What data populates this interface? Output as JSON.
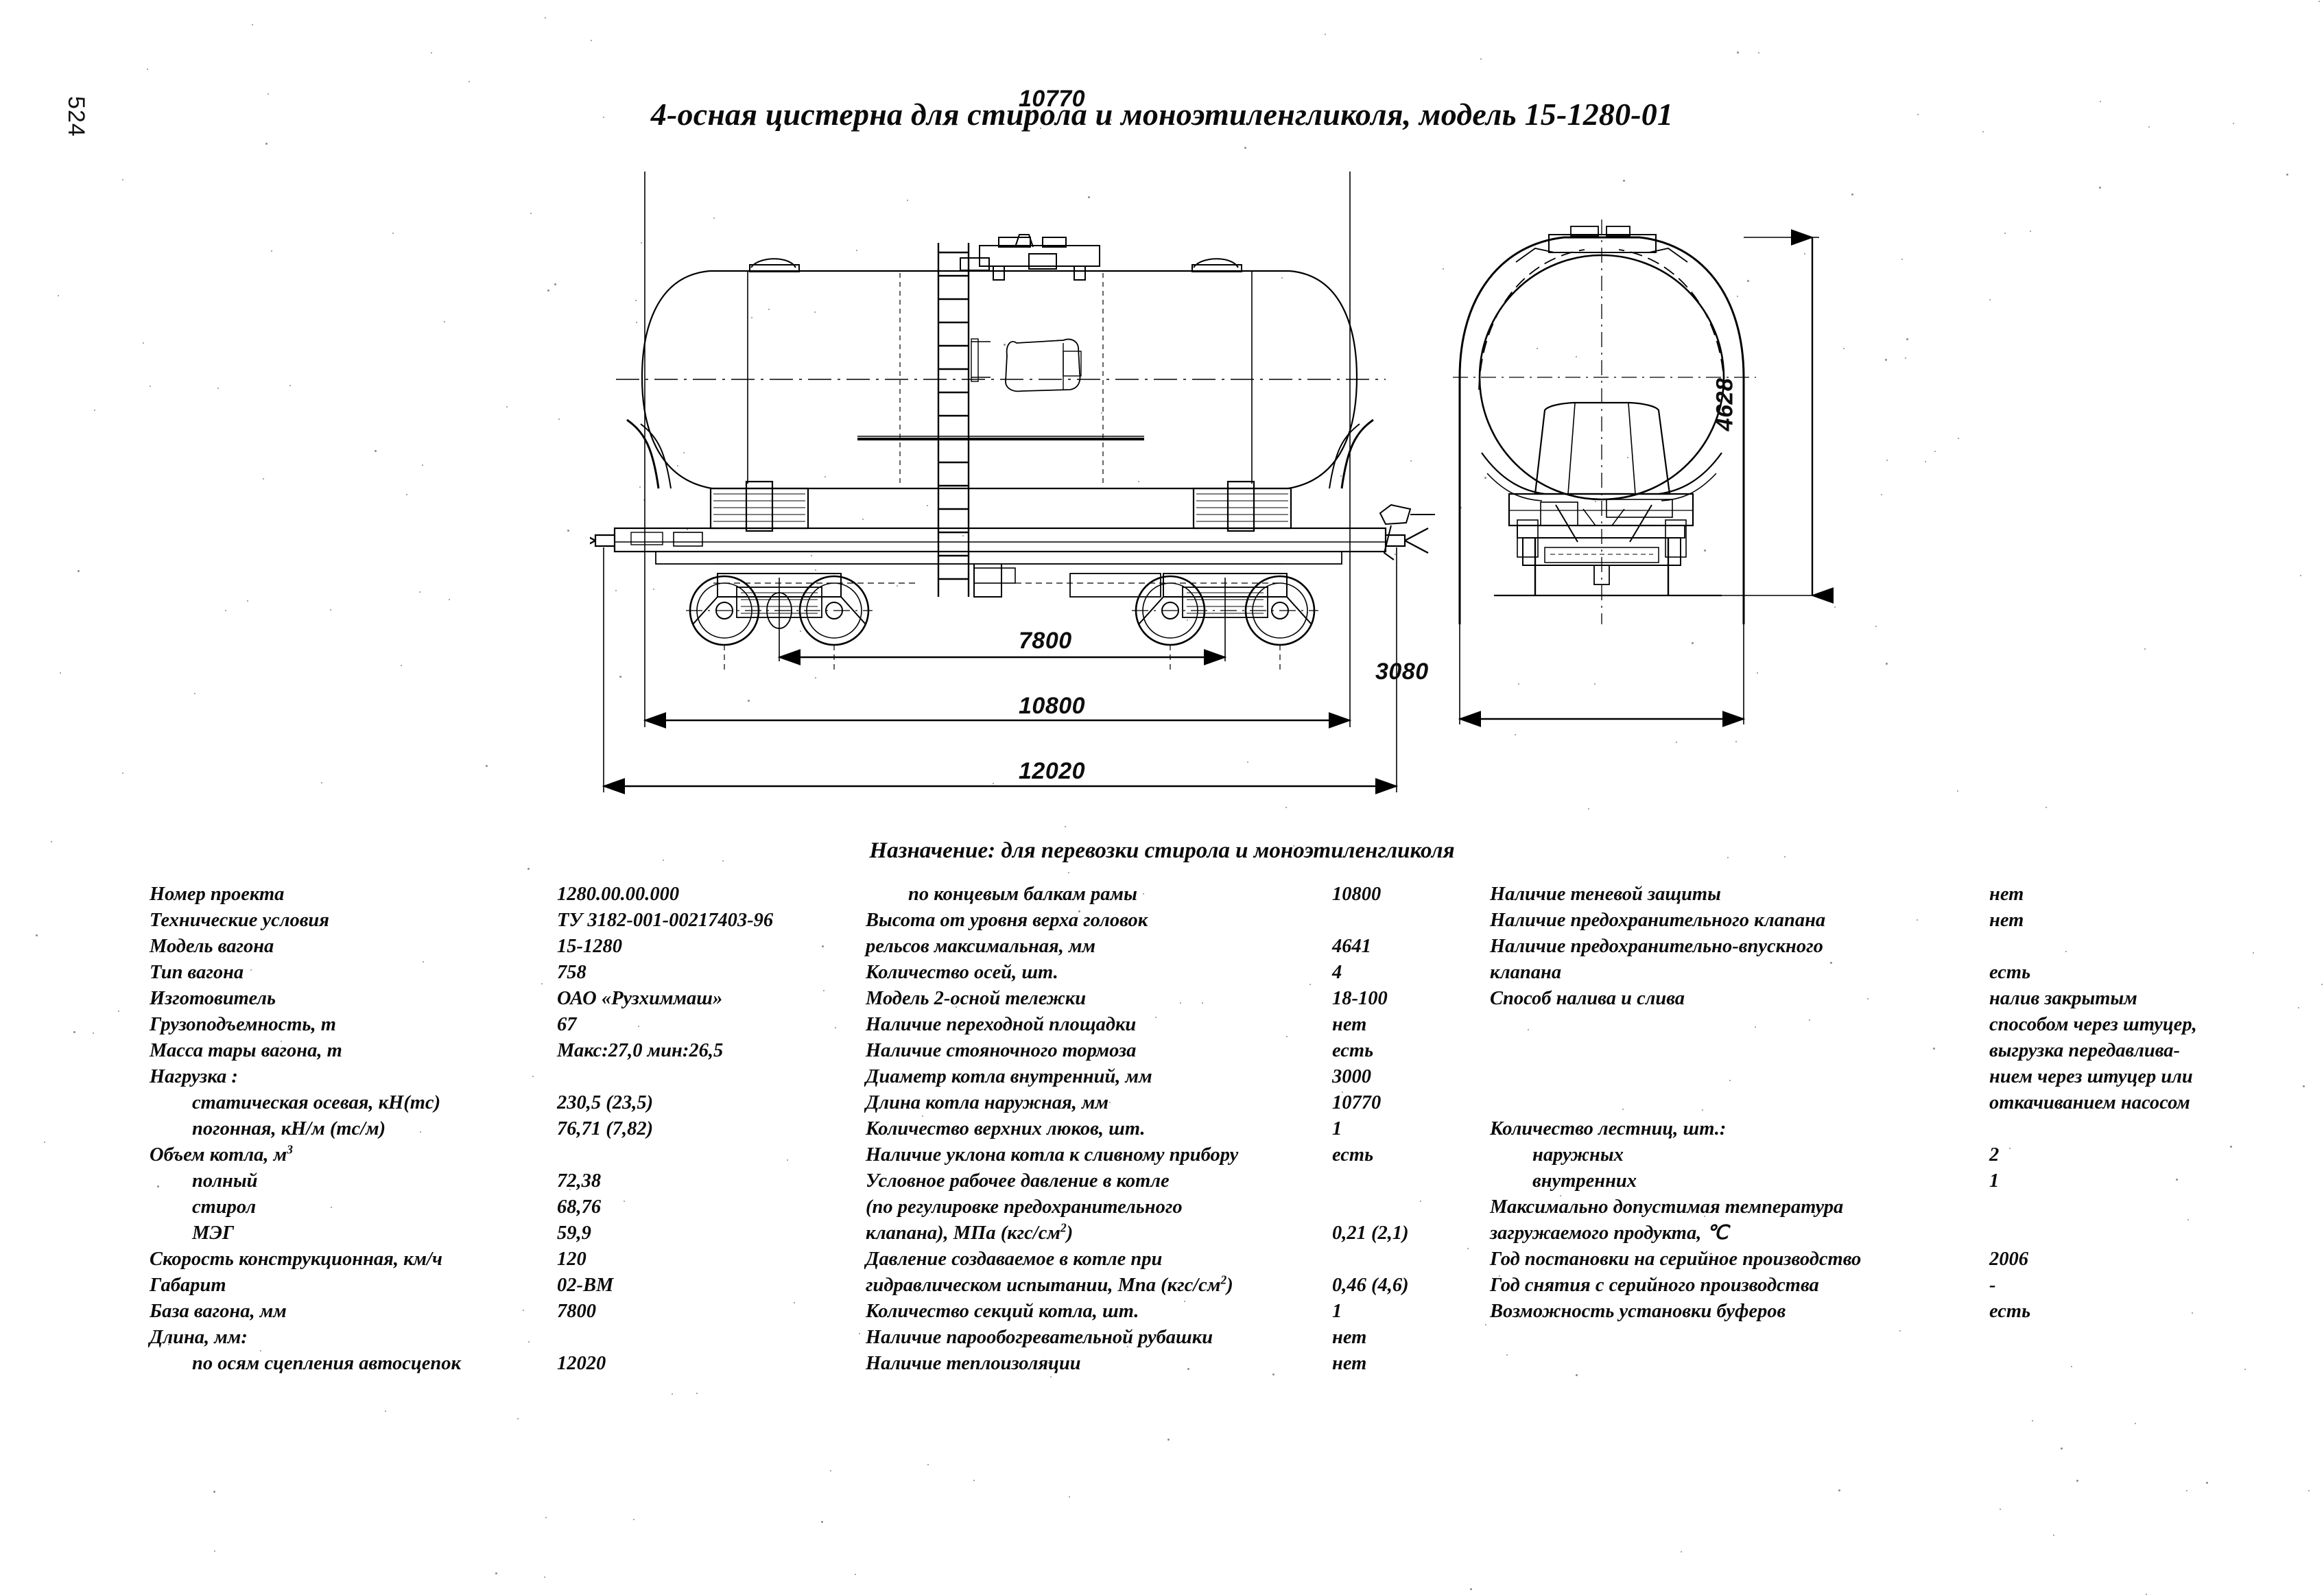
{
  "page": {
    "number": "524",
    "title": "4-осная цистерна для стирола и моноэтиленгликоля, модель 15-1280-01",
    "purpose": "Назначение: для перевозки стирола и моноэтиленгликоля"
  },
  "drawing": {
    "side_view": {
      "name": "side-elevation-tank-car",
      "dimensions": {
        "overall_tank_length": "10770",
        "bogie_centers": "7800",
        "frame_end_beams": "10800",
        "coupler_axes_length": "12020"
      }
    },
    "end_view": {
      "name": "end-elevation-cross-section",
      "dimensions": {
        "height_over_rail": "4628",
        "max_width": "3080"
      }
    }
  },
  "spec_table": {
    "column_left": {
      "labels": [
        "Номер проекта",
        "Технические условия",
        "Модель вагона",
        "Тип вагона",
        "Изготовитель",
        "Грузоподъемность, т",
        "Масса тары вагона, т",
        "Нагрузка :",
        "статическая осевая, кН(тс)",
        "погонная, кН/м (тс/м)",
        "Объем котла, м",
        "полный",
        "стирол",
        "МЭГ",
        "Скорость конструкционная, км/ч",
        "Габарит",
        "База вагона, мм",
        "Длина, мм:",
        "по осям сцепления автосцепок"
      ],
      "values": [
        "1280.00.00.000",
        "ТУ 3182-001-00217403-96",
        "15-1280",
        "758",
        "ОАО «Рузхиммаш»",
        "67",
        "Макс:27,0 мин:26,5",
        "",
        "230,5 (23,5)",
        "76,71 (7,82)",
        "",
        "72,38",
        "68,76",
        "59,9",
        "120",
        "02-ВМ",
        "7800",
        "",
        "12020"
      ]
    },
    "column_middle": {
      "labels": [
        "по концевым балкам рамы",
        "Высота от уровня верха головок",
        "рельсов максимальная, мм",
        "Количество осей, шт.",
        "Модель 2-осной тележки",
        "Наличие переходной площадки",
        "Наличие стояночного тормоза",
        "Диаметр котла внутренний, мм",
        "Длина котла наружная, мм",
        "Количество верхних люков, шт.",
        "Наличие уклона котла к сливному прибору",
        "Условное рабочее давление в котле",
        "(по регулировке предохранительного",
        "клапана), МПа (кгс/см",
        "Давление создаваемое в котле при",
        "гидравлическом испытании, Мпа (кгс/см",
        "Количество секций котла, шт.",
        "Наличие парообогревательной рубашки",
        "Наличие теплоизоляции"
      ],
      "values": [
        "10800",
        "",
        "4641",
        "4",
        "18-100",
        "нет",
        "есть",
        "3000",
        "10770",
        "1",
        "есть",
        "",
        "",
        "0,21 (2,1)",
        "",
        "0,46 (4,6)",
        "1",
        "нет",
        "нет"
      ]
    },
    "column_right": {
      "labels": [
        "Наличие теневой защиты",
        "Наличие предохранительного  клапана",
        "Наличие предохранительно-впускного",
        "клапана",
        "Способ налива и слива",
        "Количество лестниц, шт.:",
        "наружных",
        "внутренних",
        "Максимально допустимая температура",
        "загружаемого продукта, ℃",
        "Год постановки на серийное производство",
        "Год снятия с серийного производства",
        "Возможность установки буферов"
      ],
      "values": [
        "нет",
        "нет",
        "",
        "есть",
        "налив закрытым",
        "способом через штуцер,",
        "выгрузка передавлива-",
        "нием через штуцер или",
        "откачиванием насосом",
        "2",
        "1",
        "2006",
        "-",
        "есть"
      ]
    }
  }
}
